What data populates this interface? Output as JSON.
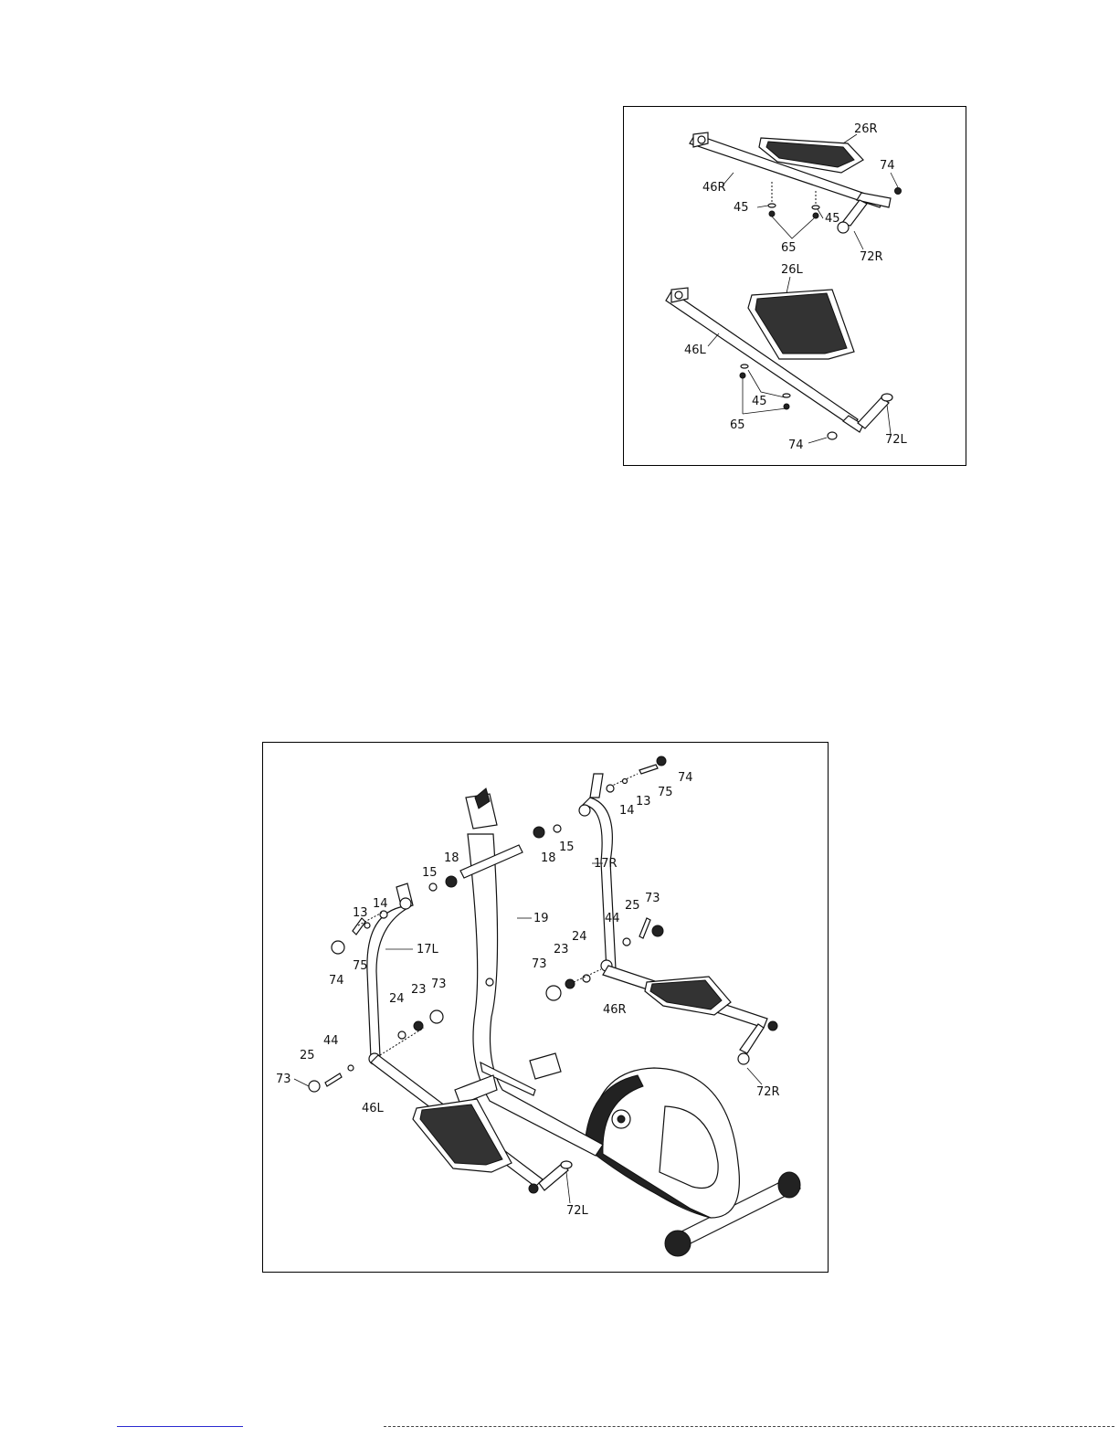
{
  "top_diagram": {
    "labels": {
      "p26r": "26R",
      "p74a": "74",
      "p46r": "46R",
      "p45a": "45",
      "p45b": "45",
      "p65a": "65",
      "p72r": "72R",
      "p26l": "26L",
      "p46l": "46L",
      "p45c": "45",
      "p65b": "65",
      "p74b": "74",
      "p72l": "72L"
    }
  },
  "bottom_diagram": {
    "labels": {
      "p74r": "74",
      "p75r": "75",
      "p13r": "13",
      "p14r": "14",
      "p15r": "15",
      "p18r": "18",
      "p17r": "17R",
      "p18l": "18",
      "p15l": "15",
      "p14l": "14",
      "p13l": "13",
      "p19": "19",
      "p75l": "75",
      "p17l": "17L",
      "p74l": "74",
      "p73r_top": "73",
      "p25r": "25",
      "p44r": "44",
      "p24r": "24",
      "p23r": "23",
      "p73r_low": "73",
      "p46r": "46R",
      "p72r": "72R",
      "p24l": "24",
      "p23l": "23",
      "p73l_a": "73",
      "p44l": "44",
      "p25l": "25",
      "p73l_b": "73",
      "p46l": "46L",
      "p72l": "72L"
    }
  }
}
